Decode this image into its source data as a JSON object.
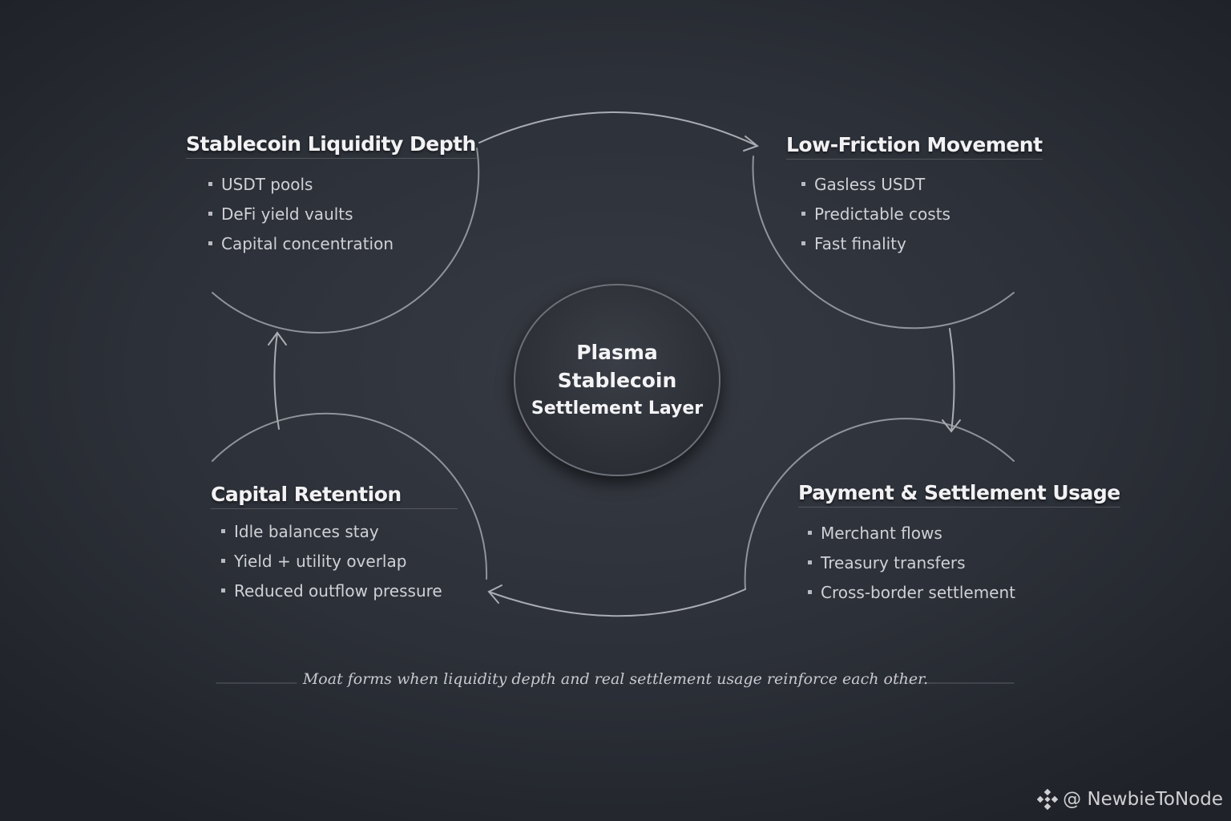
{
  "center": {
    "line1": "Plasma",
    "line2": "Stablecoin",
    "line3": "Settlement Layer"
  },
  "nodes": [
    {
      "title": "Stablecoin Liquidity Depth",
      "items": [
        "USDT pools",
        "DeFi yield vaults",
        "Capital concentration"
      ]
    },
    {
      "title": "Low-Friction Movement",
      "items": [
        "Gasless USDT",
        "Predictable costs",
        "Fast finality"
      ]
    },
    {
      "title": "Payment & Settlement Usage",
      "items": [
        "Merchant flows",
        "Treasury transfers",
        "Cross-border settlement"
      ]
    },
    {
      "title": "Capital Retention",
      "items": [
        "Idle balances stay",
        "Yield + utility overlap",
        "Reduced outflow pressure"
      ]
    }
  ],
  "footer": "Moat forms when liquidity depth and real settlement usage reinforce each other.",
  "watermark": "@ NewbieToNode"
}
